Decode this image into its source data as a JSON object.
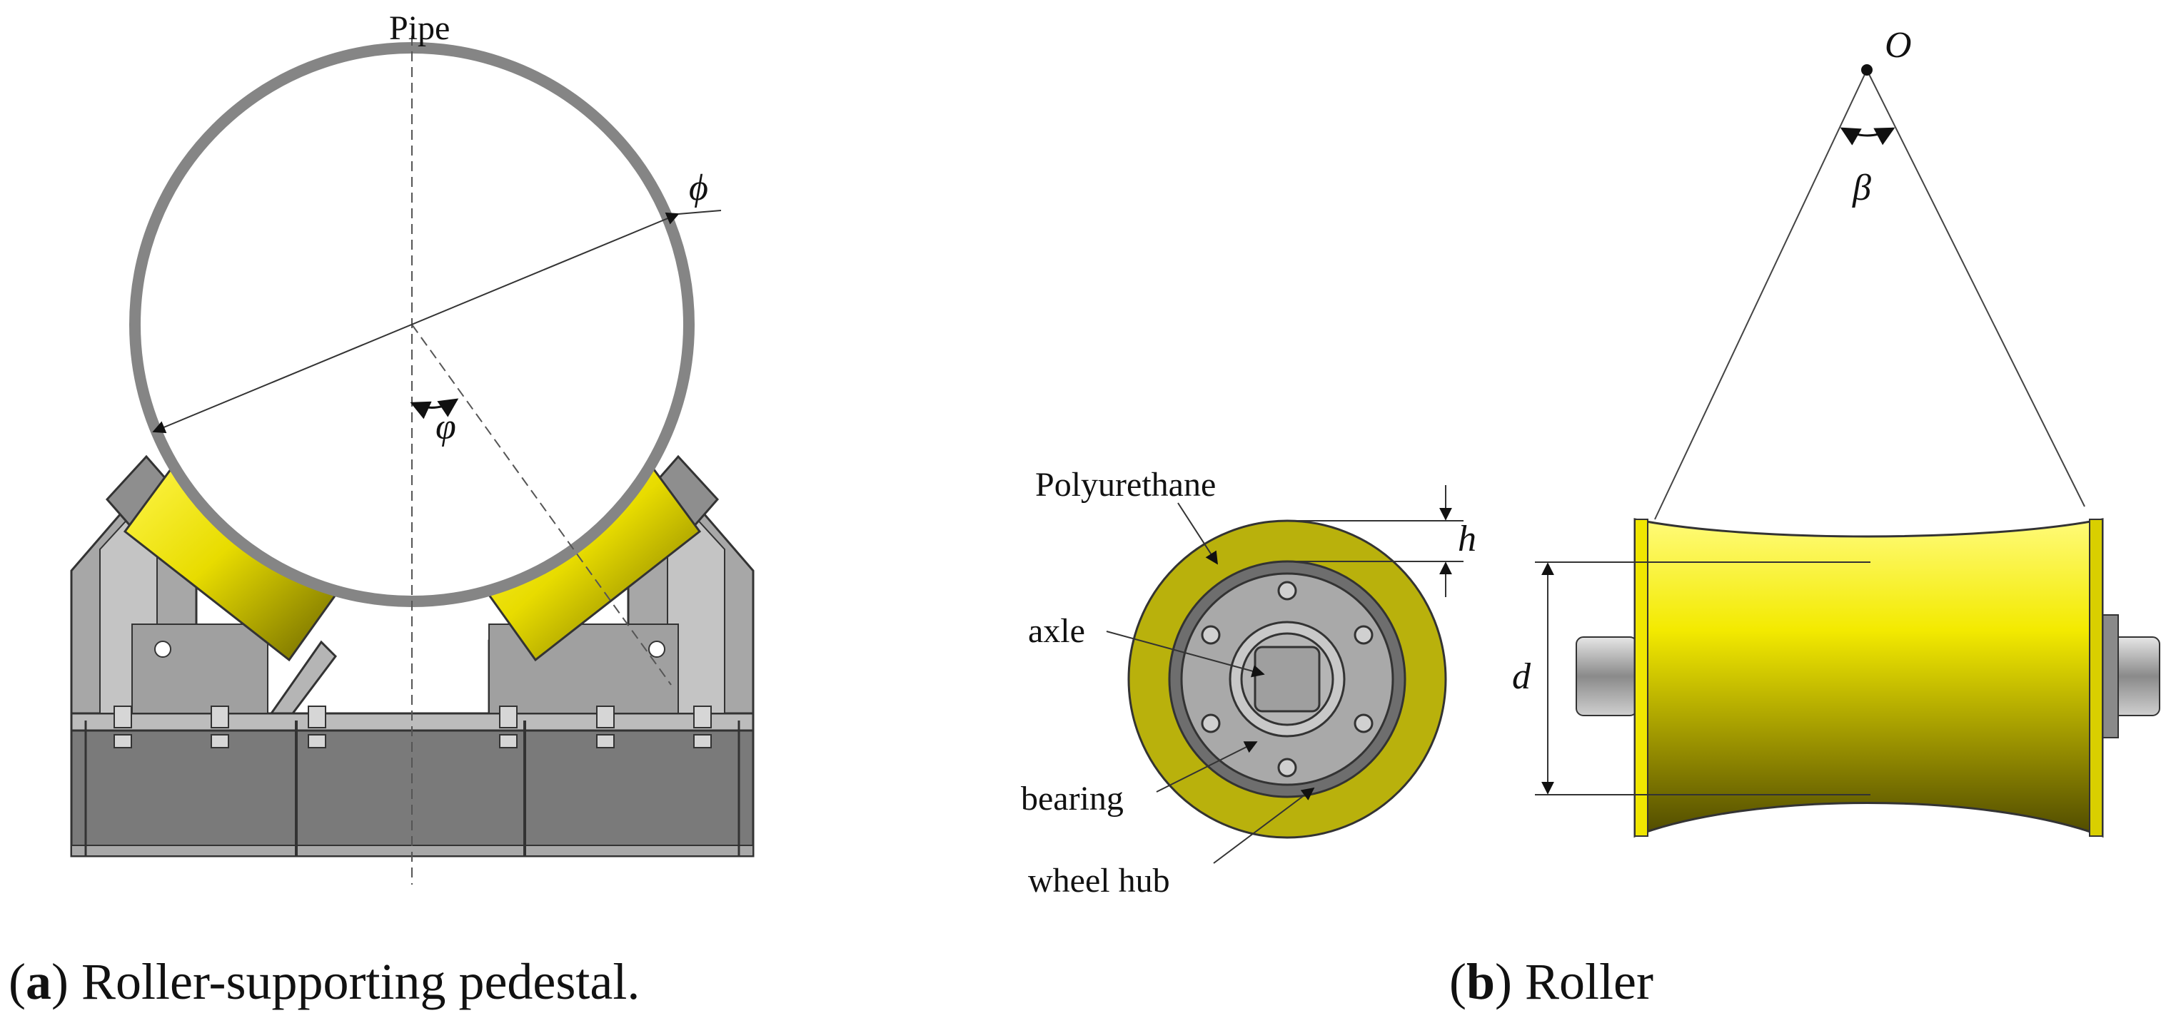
{
  "panel_a": {
    "pipe_label": "Pipe",
    "diameter_symbol": "ϕ",
    "angle_symbol": "φ",
    "caption_paren_open": "(",
    "caption_letter": "a",
    "caption_text": ") Roller-supporting pedestal."
  },
  "panel_b": {
    "polyurethane_label": "Polyurethane",
    "axle_label": "axle",
    "bearing_label": "bearing",
    "hub_label": "wheel hub",
    "h_symbol": "h",
    "d_symbol": "d",
    "o_symbol": "O",
    "beta_symbol": "β",
    "caption_paren_open": "(",
    "caption_letter": "b",
    "caption_text": ") Roller"
  },
  "colors": {
    "steel_light": "#c6c6c6",
    "steel_mid": "#9a9a9a",
    "steel_dark": "#6e6e6e",
    "roller_yellow": "#f5ee00",
    "roller_shadow": "#6a6400",
    "polyurethane_ring": "#b9b10c",
    "pipe_wall": "#858585"
  }
}
